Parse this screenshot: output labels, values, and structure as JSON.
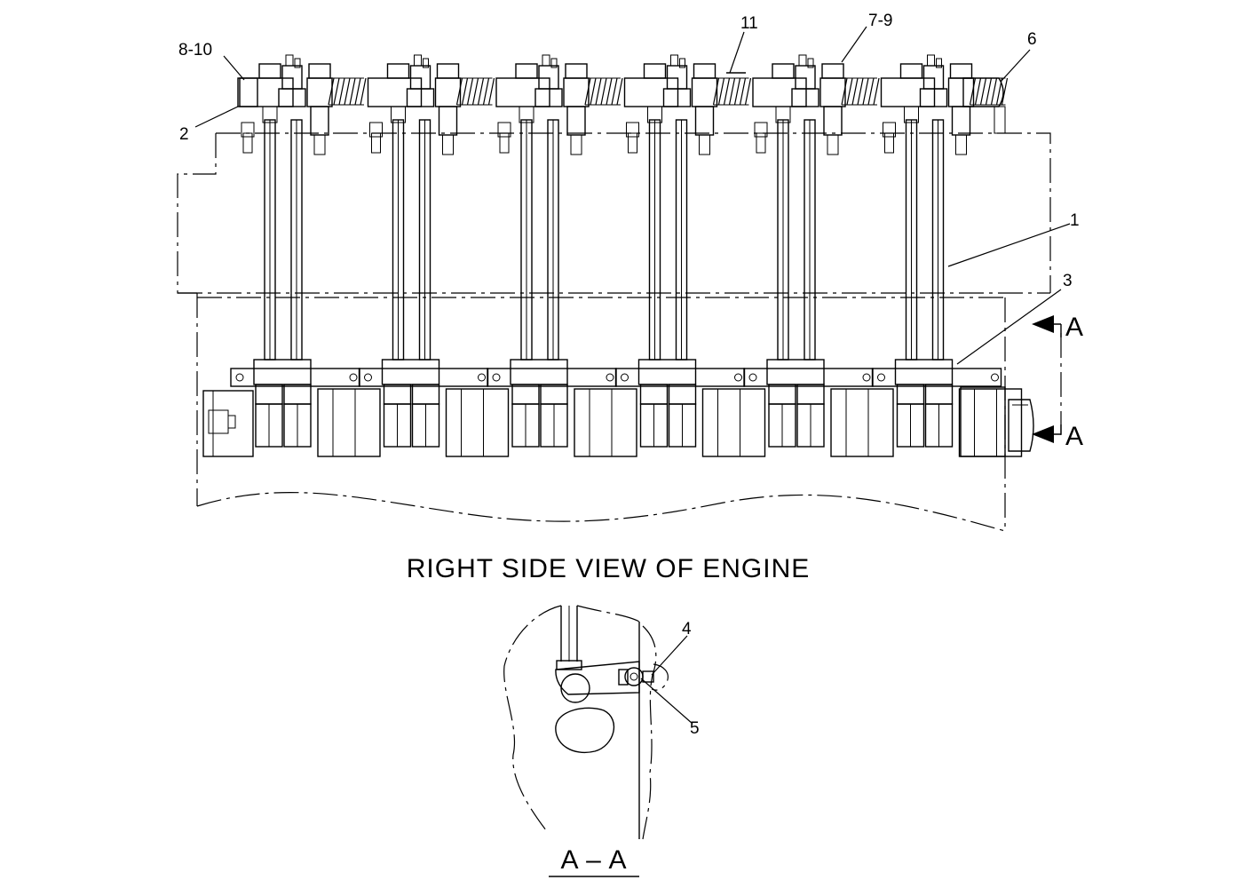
{
  "view_title": "RIGHT SIDE VIEW OF ENGINE",
  "section_title": "A – A",
  "section_marker_letter": "A",
  "callouts": {
    "c_8_10": "8-10",
    "c_2": "2",
    "c_11": "11",
    "c_7_9": "7-9",
    "c_6": "6",
    "c_1": "1",
    "c_3": "3",
    "c_4": "4",
    "c_5": "5"
  },
  "cylinder_count": 6,
  "colors": {
    "ink": "#000000",
    "paper": "#ffffff"
  }
}
